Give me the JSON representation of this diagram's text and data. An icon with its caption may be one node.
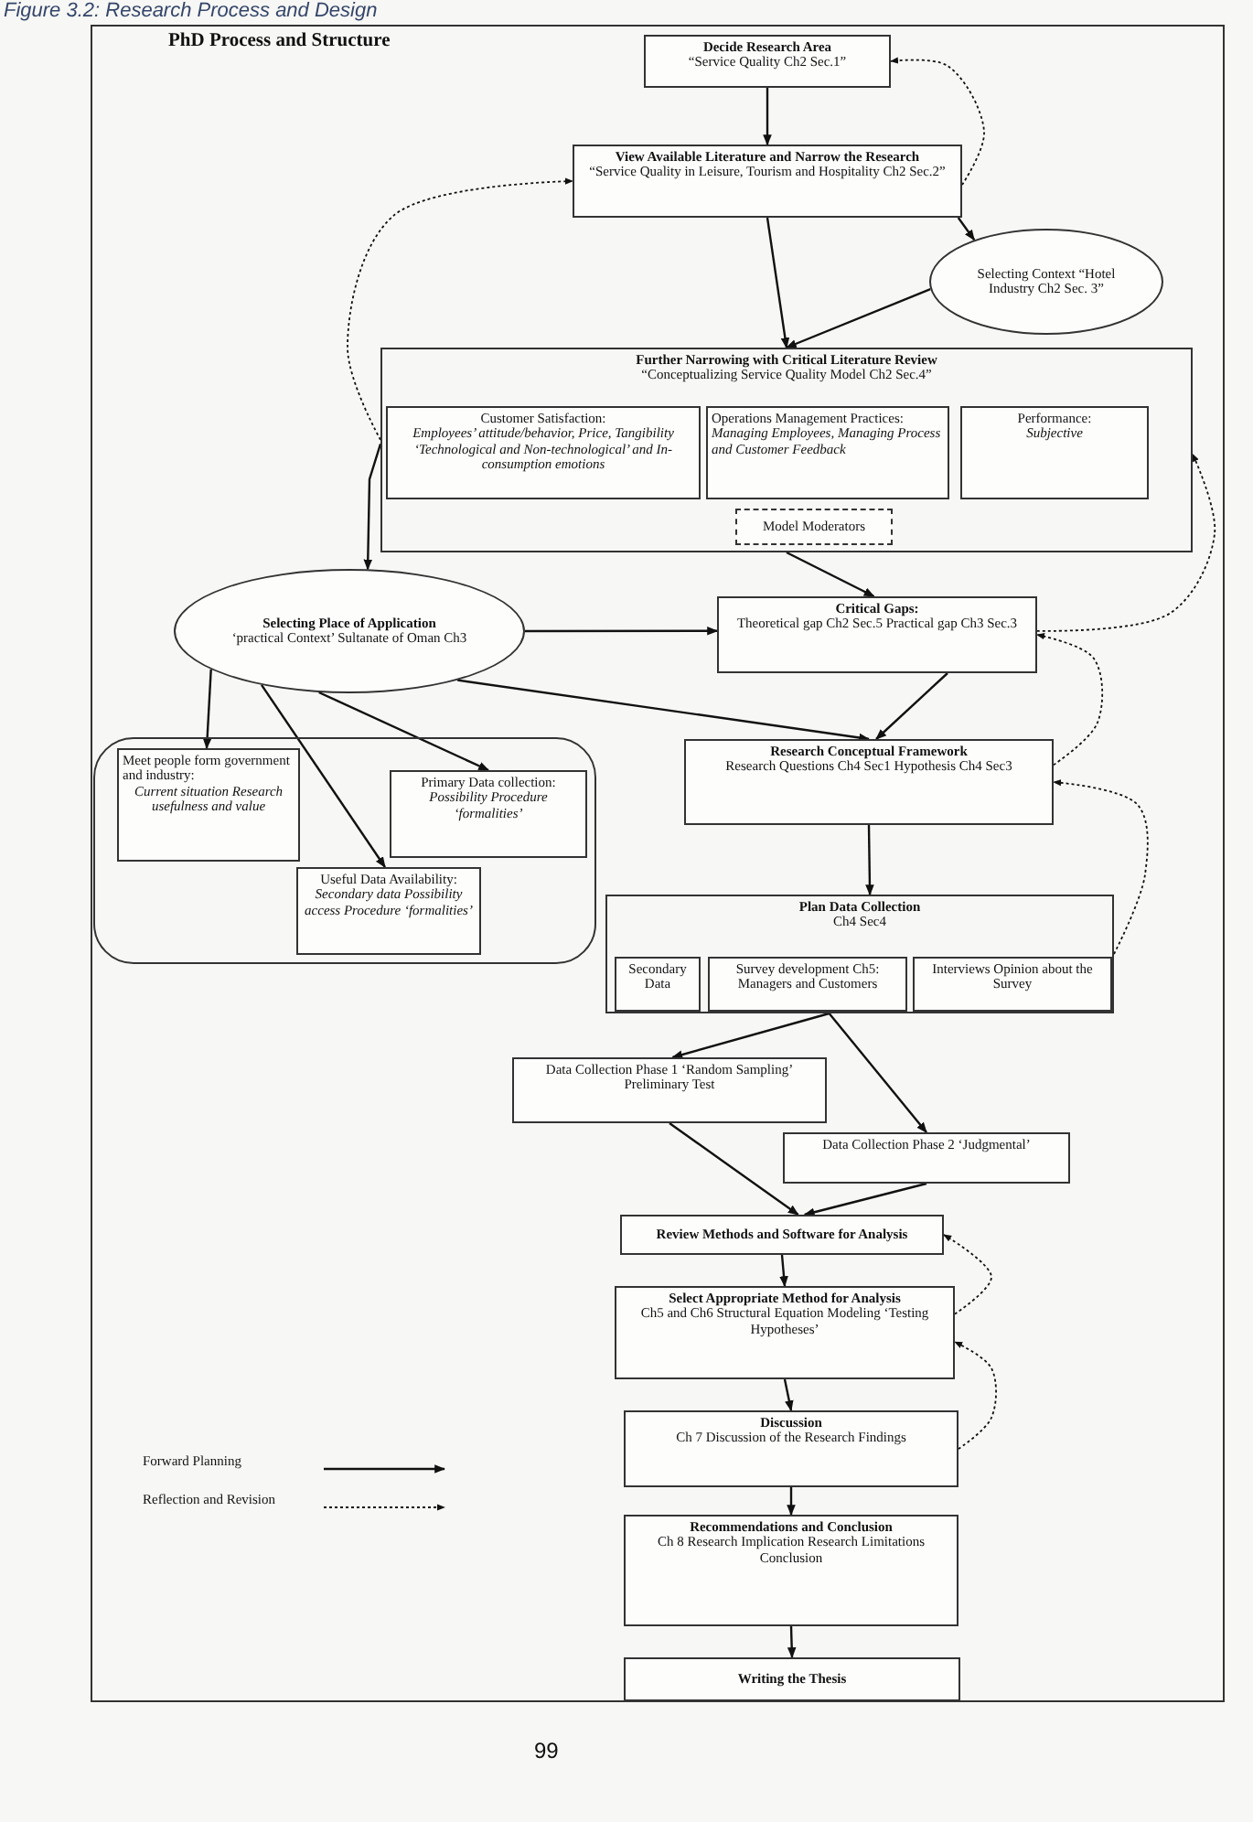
{
  "diagram": {
    "title": "PhD Process and Structure",
    "caption": "Figure 3.2: Research Process and Design",
    "nodes": [
      {
        "text": [
          "Decide Research Area",
          "“Service Quality Ch2 Sec.1”"
        ]
      },
      {
        "text": [
          "View  Available Literature and Narrow the Research",
          "“Service Quality in Leisure, Tourism and Hospitality Ch2 Sec.2”"
        ]
      },
      {
        "text": [
          "Selecting Context “Hotel Industry Ch2 Sec. 3”"
        ]
      },
      {
        "text": [
          "Further Narrowing with Critical Literature Review",
          "“Conceptualizing Service Quality Model Ch2 Sec.4”"
        ]
      },
      {
        "text": [
          "Customer Satisfaction:",
          "Employees’ attitude/behavior, Price, Tangibility ‘Technological and Non-technological’ and In-consumption emotions"
        ],
        "in": 3
      },
      {
        "text": [
          "Operations Management Practices:",
          "Managing Employees, Managing Process and Customer Feedback"
        ],
        "in": 3
      },
      {
        "text": [
          "Performance:",
          "Subjective"
        ],
        "in": 3
      },
      {
        "text": [
          "Model Moderators"
        ],
        "in": 3
      },
      {
        "text": [
          "Selecting Place of Application",
          "‘practical Context’ Sultanate of Oman Ch3"
        ]
      },
      {
        "text": [
          "Critical Gaps:",
          "Theoretical gap Ch2 Sec.5 Practical gap Ch3 Sec.3"
        ]
      },
      {
        "text": [],
        "shape": "box"
      },
      {
        "text": [
          "Meet people form government and industry:",
          "Current situation Research usefulness and value"
        ],
        "in": 10
      },
      {
        "text": [
          "Primary Data collection:",
          "Possibility Procedure ‘formalities’"
        ],
        "in": 10
      },
      {
        "text": [
          "Useful Data Availability:",
          "Secondary data Possibility access Procedure ‘formalities’"
        ],
        "in": 10
      },
      {
        "text": [
          "Research Conceptual Framework",
          "Research Questions Ch4 Sec1 Hypothesis Ch4 Sec3"
        ]
      },
      {
        "text": [
          "Plan Data Collection",
          "Ch4 Sec4"
        ]
      },
      {
        "text": [
          "Secondary Data"
        ],
        "in": 15
      },
      {
        "text": [
          "Survey development  Ch5: Managers and Customers"
        ],
        "in": 15
      },
      {
        "text": [
          "Interviews Opinion about the Survey"
        ],
        "in": 15
      },
      {
        "text": [
          "Data Collection Phase 1 ‘Random Sampling’ Preliminary Test"
        ]
      },
      {
        "text": [
          "Data Collection Phase 2 ‘Judgmental’"
        ]
      },
      {
        "text": [
          "Review Methods and Software for Analysis"
        ]
      },
      {
        "text": [
          "Select Appropriate Method for Analysis",
          "Ch5  and Ch6 Structural Equation Modeling ‘Testing Hypotheses’"
        ]
      },
      {
        "text": [
          "Discussion",
          "Ch 7 Discussion of the Research Findings"
        ]
      },
      {
        "text": [
          "Recommendations and Conclusion",
          "Ch 8 Research Implication Research Limitations Conclusion"
        ]
      },
      {
        "text": [
          "Writing the Thesis"
        ]
      }
    ],
    "edges": [
      {
        "from": 0,
        "to": 1,
        "arrow": "to"
      },
      {
        "from": 1,
        "to": 2,
        "arrow": "to"
      },
      {
        "from": 1,
        "to": 3,
        "arrow": "to"
      },
      {
        "from": 2,
        "to": 3,
        "arrow": "to"
      },
      {
        "from": 3,
        "to": 8,
        "arrow": "to"
      },
      {
        "from": 3,
        "to": 9,
        "arrow": "to"
      },
      {
        "from": 8,
        "to": 9,
        "arrow": "to"
      },
      {
        "from": 8,
        "to": 14,
        "arrow": "to"
      },
      {
        "from": 9,
        "to": 14,
        "arrow": "to"
      },
      {
        "from": 8,
        "to": 11,
        "arrow": "to"
      },
      {
        "from": 8,
        "to": 13,
        "arrow": "to"
      },
      {
        "from": 8,
        "to": 12,
        "arrow": "to"
      },
      {
        "from": 14,
        "to": 15,
        "arrow": "to"
      },
      {
        "from": 15,
        "to": 19,
        "arrow": "to"
      },
      {
        "from": 15,
        "to": 20,
        "arrow": "to"
      },
      {
        "from": 19,
        "to": 21,
        "arrow": "to"
      },
      {
        "from": 20,
        "to": 21,
        "arrow": "to"
      },
      {
        "from": 21,
        "to": 22,
        "arrow": "to"
      },
      {
        "from": 22,
        "to": 23,
        "arrow": "to"
      },
      {
        "from": 23,
        "to": 24,
        "arrow": "to"
      },
      {
        "from": 24,
        "to": 25,
        "arrow": "to"
      },
      {
        "from": 1,
        "to": 0,
        "arrow": "to",
        "style": "dashed"
      },
      {
        "from": 3,
        "to": 1,
        "arrow": "to",
        "style": "dashed"
      },
      {
        "from": 9,
        "to": 3,
        "arrow": "to",
        "style": "dashed"
      },
      {
        "from": 14,
        "to": 9,
        "arrow": "to",
        "style": "dashed"
      },
      {
        "from": 15,
        "to": 14,
        "arrow": "to",
        "style": "dashed"
      },
      {
        "from": 22,
        "to": 21,
        "arrow": "to",
        "style": "dashed"
      },
      {
        "from": 23,
        "to": 22,
        "arrow": "to",
        "style": "dashed"
      }
    ],
    "labels": [
      "99"
    ],
    "legend": [
      {
        "text": "Forward Planning"
      },
      {
        "text": "Reflection and Revision"
      }
    ]
  }
}
